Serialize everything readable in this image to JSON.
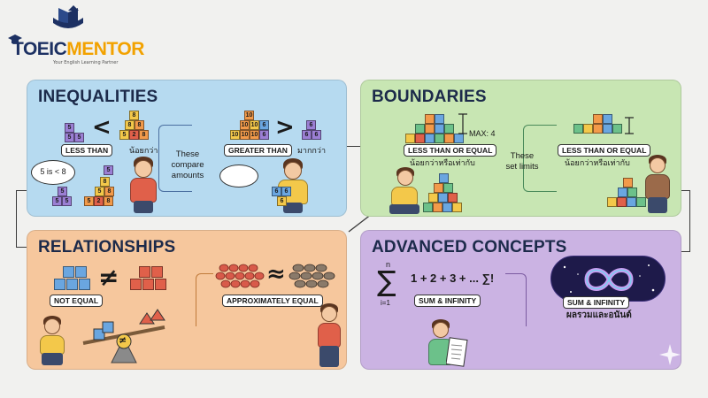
{
  "logo": {
    "brand_part1": "TOEIC",
    "brand_part2": "MENTOR",
    "tagline": "Your English Learning Partner"
  },
  "panels": {
    "inequalities": {
      "title": "INEQUALITIES",
      "less_than_symbol": "<",
      "less_than_label": "LESS THAN",
      "less_than_thai": "น้อยกว่า",
      "greater_than_symbol": ">",
      "greater_than_label": "GREATER THAN",
      "greater_than_thai": "มากกว่า",
      "note": "These compare amounts",
      "bubble_text": "5 is < 8"
    },
    "boundaries": {
      "title": "BOUNDARIES",
      "max_label": "MAX: 4",
      "left_label": "LESS THAN OR EQUAL",
      "left_thai": "น้อยกว่าหรือเท่ากับ",
      "right_label": "LESS THAN OR EQUAL",
      "right_thai": "น้อยกว่าหรือเท่ากับ",
      "note": "These set limits"
    },
    "relationships": {
      "title": "RELATIONSHIPS",
      "not_equal_symbol": "≠",
      "not_equal_label": "NOT EQUAL",
      "approx_symbol": "≈",
      "approx_label": "APPROXIMATELY EQUAL",
      "scale_symbol": "≠"
    },
    "advanced": {
      "title": "ADVANCED CONCEPTS",
      "sigma": "∑",
      "sigma_top": "n",
      "sigma_bottom": "i=1",
      "series": "1 + 2 + 3 + ... ∑!",
      "sum_label": "SUM & INFINITY",
      "infinity_label": "SUM & INFINITY",
      "infinity_thai": "ผลรวมและอนันต์"
    }
  },
  "colors": {
    "inequalities": "#b6daf0",
    "boundaries": "#c8e6b3",
    "relationships": "#f6c79d",
    "advanced": "#cbb3e3"
  }
}
